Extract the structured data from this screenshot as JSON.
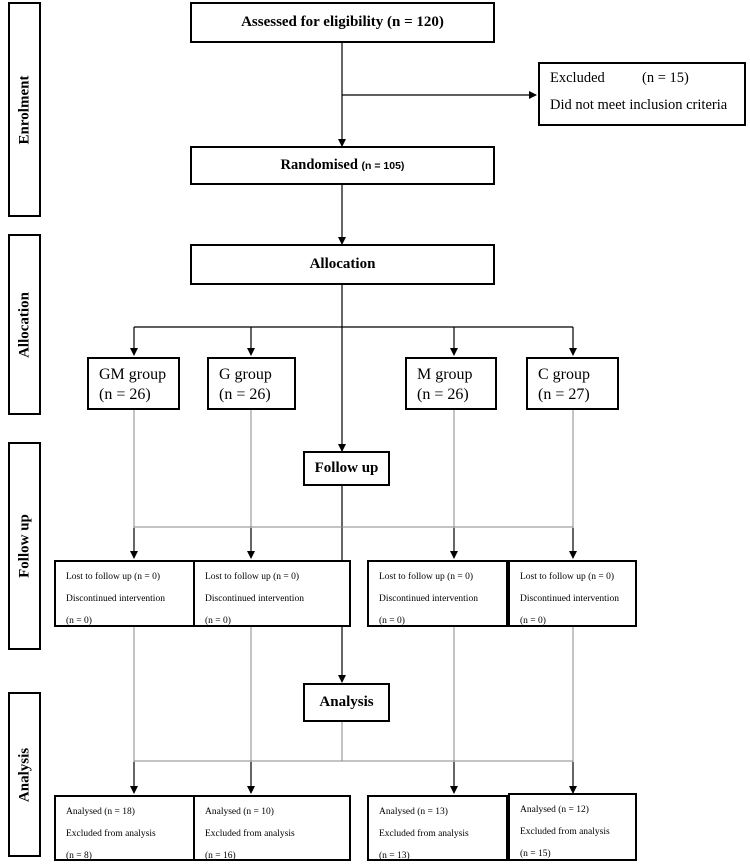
{
  "phases": {
    "enrolment": "Enrolment",
    "allocation": "Allocation",
    "follow_up": "Follow up",
    "analysis": "Analysis"
  },
  "boxes": {
    "assessed_prefix": "Assessed for eligibility (n = 120)",
    "excluded_title": "Excluded",
    "excluded_n": "(n = 15)",
    "excluded_reason": "Did not meet inclusion criteria",
    "randomised_label": "Randomised",
    "randomised_n": "(n = 105)",
    "allocation": "Allocation",
    "follow_up": "Follow up",
    "analysis": "Analysis"
  },
  "groups": [
    {
      "name": "GM group",
      "n": "(n = 26)"
    },
    {
      "name": "G group",
      "n": "(n = 26)"
    },
    {
      "name": "M group",
      "n": "(n = 26)"
    },
    {
      "name": "C group",
      "n": "(n = 27)"
    }
  ],
  "follow_up_boxes": [
    {
      "lost": "Lost to follow up (n = 0)",
      "discontinued": "Discontinued intervention",
      "disc_n": "(n = 0)"
    },
    {
      "lost": "Lost to follow up (n = 0)",
      "discontinued": "Discontinued intervention",
      "disc_n": "(n = 0)"
    },
    {
      "lost": "Lost to follow up (n = 0)",
      "discontinued": "Discontinued intervention",
      "disc_n": "(n = 0)"
    },
    {
      "lost": "Lost to follow up (n = 0)",
      "discontinued": "Discontinued intervention",
      "disc_n": "(n = 0)"
    }
  ],
  "analysis_boxes": [
    {
      "analysed": "Analysed (n = 18)",
      "excluded": "Excluded from analysis",
      "excluded_n": "(n = 8)"
    },
    {
      "analysed": "Analysed (n = 10)",
      "excluded": "Excluded from analysis",
      "excluded_n": "(n = 16)"
    },
    {
      "analysed": "Analysed (n = 13)",
      "excluded": "Excluded from analysis",
      "excluded_n": "(n = 13)"
    },
    {
      "analysed": "Analysed (n = 12)",
      "excluded": "Excluded from analysis",
      "excluded_n": "(n = 15)"
    }
  ]
}
